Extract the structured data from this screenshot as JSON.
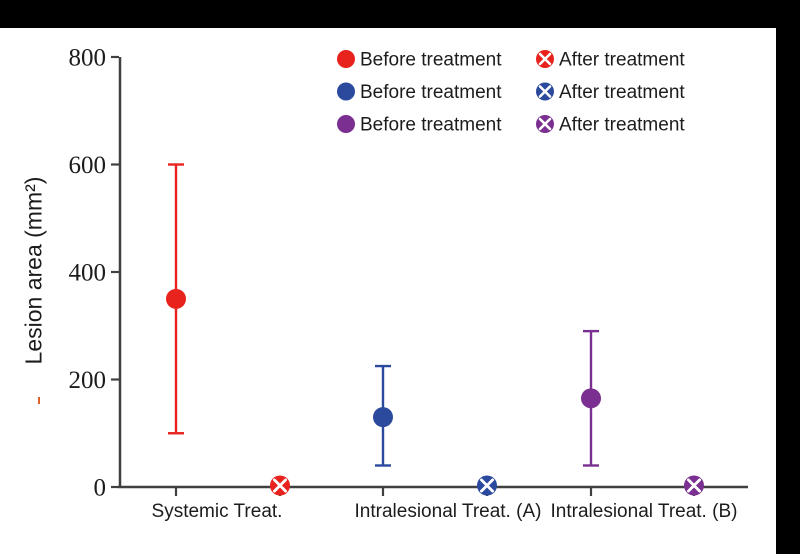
{
  "decor": {
    "top_bar_color": "#000000",
    "right_bar_color": "#000000",
    "stray_mark_color": "#E0622B",
    "background_color": "#FFFFFF"
  },
  "chart_data": {
    "type": "scatter",
    "title": "",
    "xlabel": "",
    "ylabel": "Lesion area (mm²)",
    "ylim": [
      0,
      800
    ],
    "yticks": [
      0,
      200,
      400,
      600,
      800
    ],
    "grid": false,
    "legend_position": "top-center",
    "axis_color": "#404040",
    "text_color": "#1C1C1C",
    "categories": [
      "Systemic Treat.",
      "Intralesional Treat. (A)",
      "Intralesional Treat. (B)"
    ],
    "groups": [
      {
        "category": "Systemic Treat.",
        "color": "#E8231E",
        "before": {
          "label": "Before treatment",
          "marker": "filled-circle",
          "mean": 350,
          "lower": 100,
          "upper": 600
        },
        "after": {
          "label": "After treatment",
          "marker": "circle-x",
          "value": 0
        }
      },
      {
        "category": "Intralesional Treat. (A)",
        "color": "#2C4A9D",
        "before": {
          "label": "Before treatment",
          "marker": "filled-circle",
          "mean": 130,
          "lower": 40,
          "upper": 225
        },
        "after": {
          "label": "After treatment",
          "marker": "circle-x",
          "value": 0
        }
      },
      {
        "category": "Intralesional Treat. (B)",
        "color": "#7B2F90",
        "before": {
          "label": "Before treatment",
          "marker": "filled-circle",
          "mean": 165,
          "lower": 40,
          "upper": 290
        },
        "after": {
          "label": "After treatment",
          "marker": "circle-x",
          "value": 0
        }
      }
    ]
  }
}
